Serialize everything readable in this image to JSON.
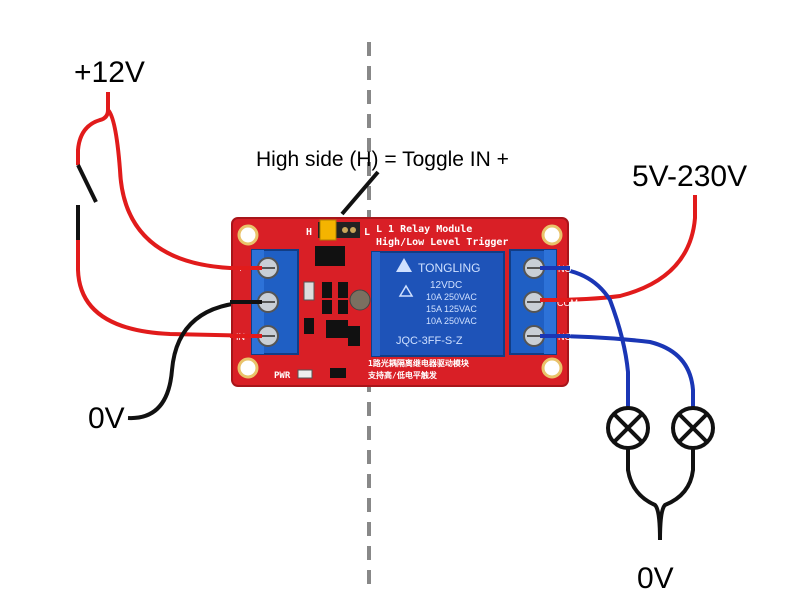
{
  "labels": {
    "v12": "+12V",
    "v0_left": "0V",
    "high_side": "High side (H) = Toggle IN +",
    "load_voltage": "5V-230V",
    "v0_bottom": "0V"
  },
  "board": {
    "title_line1": "L 1 Relay Module",
    "title_line2": "High/Low Level Trigger",
    "jumper_h": "H",
    "jumper_l": "L",
    "pwr": "PWR",
    "chinese_line1": "1路光耦隔离继电器驱动模块",
    "chinese_line2": "支持高/低电平触发",
    "left_pins": [
      "+",
      "-",
      "IN"
    ],
    "right_pins": [
      "NO",
      "COM",
      "NC"
    ]
  },
  "relay": {
    "brand": "TONGLING",
    "coil": "12VDC",
    "rating1": "10A 250VAC",
    "rating2": "15A 125VAC",
    "rating3": "10A 250VAC",
    "model": "JQC-3FF-S-Z"
  },
  "colors": {
    "board": "#d91f26",
    "terminal": "#1f5fc4",
    "relay": "#1e53b8",
    "wire_red": "#e11b1b",
    "wire_black": "#111111",
    "wire_blue": "#1a36b5",
    "divider": "#888888"
  }
}
